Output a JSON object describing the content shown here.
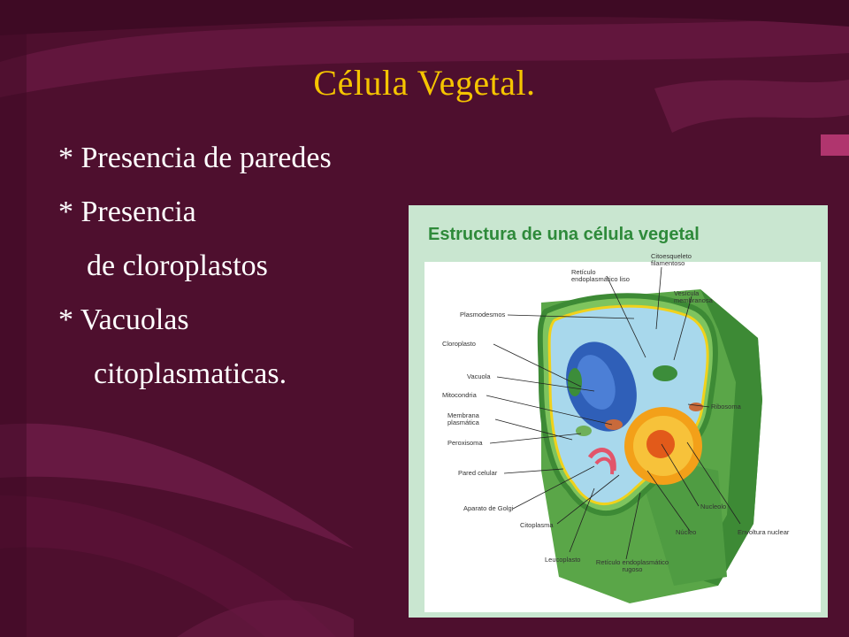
{
  "slide": {
    "title": "Célula Vegetal.",
    "bullets": [
      "* Presencia de paredes",
      "* Presencia",
      "de cloroplastos",
      "* Vacuolas",
      "citoplasmaticas."
    ]
  },
  "figure": {
    "title": "Estructura de una célula vegetal",
    "labels": {
      "citoesqueleto": "Citoesqueleto filamentoso",
      "reticulo_liso": "Retículo endoplasmático liso",
      "vesicula": "Vesícula membranosa",
      "plasmodesmos": "Plasmodesmos",
      "cloroplasto": "Cloroplasto",
      "vacuola": "Vacuola",
      "ribosoma": "Ribosoma",
      "mitocondria": "Mitocondria",
      "membrana": "Membrana plasmática",
      "peroxisoma": "Peroxisoma",
      "pared": "Pared celular",
      "nucleolo": "Nucleolo",
      "golgi": "Aparato de Golgi",
      "nucleo": "Núcleo",
      "envoltura": "Envoltura nuclear",
      "citoplasma": "Citoplasma",
      "leucoplasto": "Leucoplasto",
      "reticulo_rugoso": "Retículo endoplasmático rugoso"
    }
  },
  "colors": {
    "title": "#f5c400",
    "text": "#ffffff",
    "background": "#4a0f2c",
    "figure_title": "#2e8a3a"
  }
}
